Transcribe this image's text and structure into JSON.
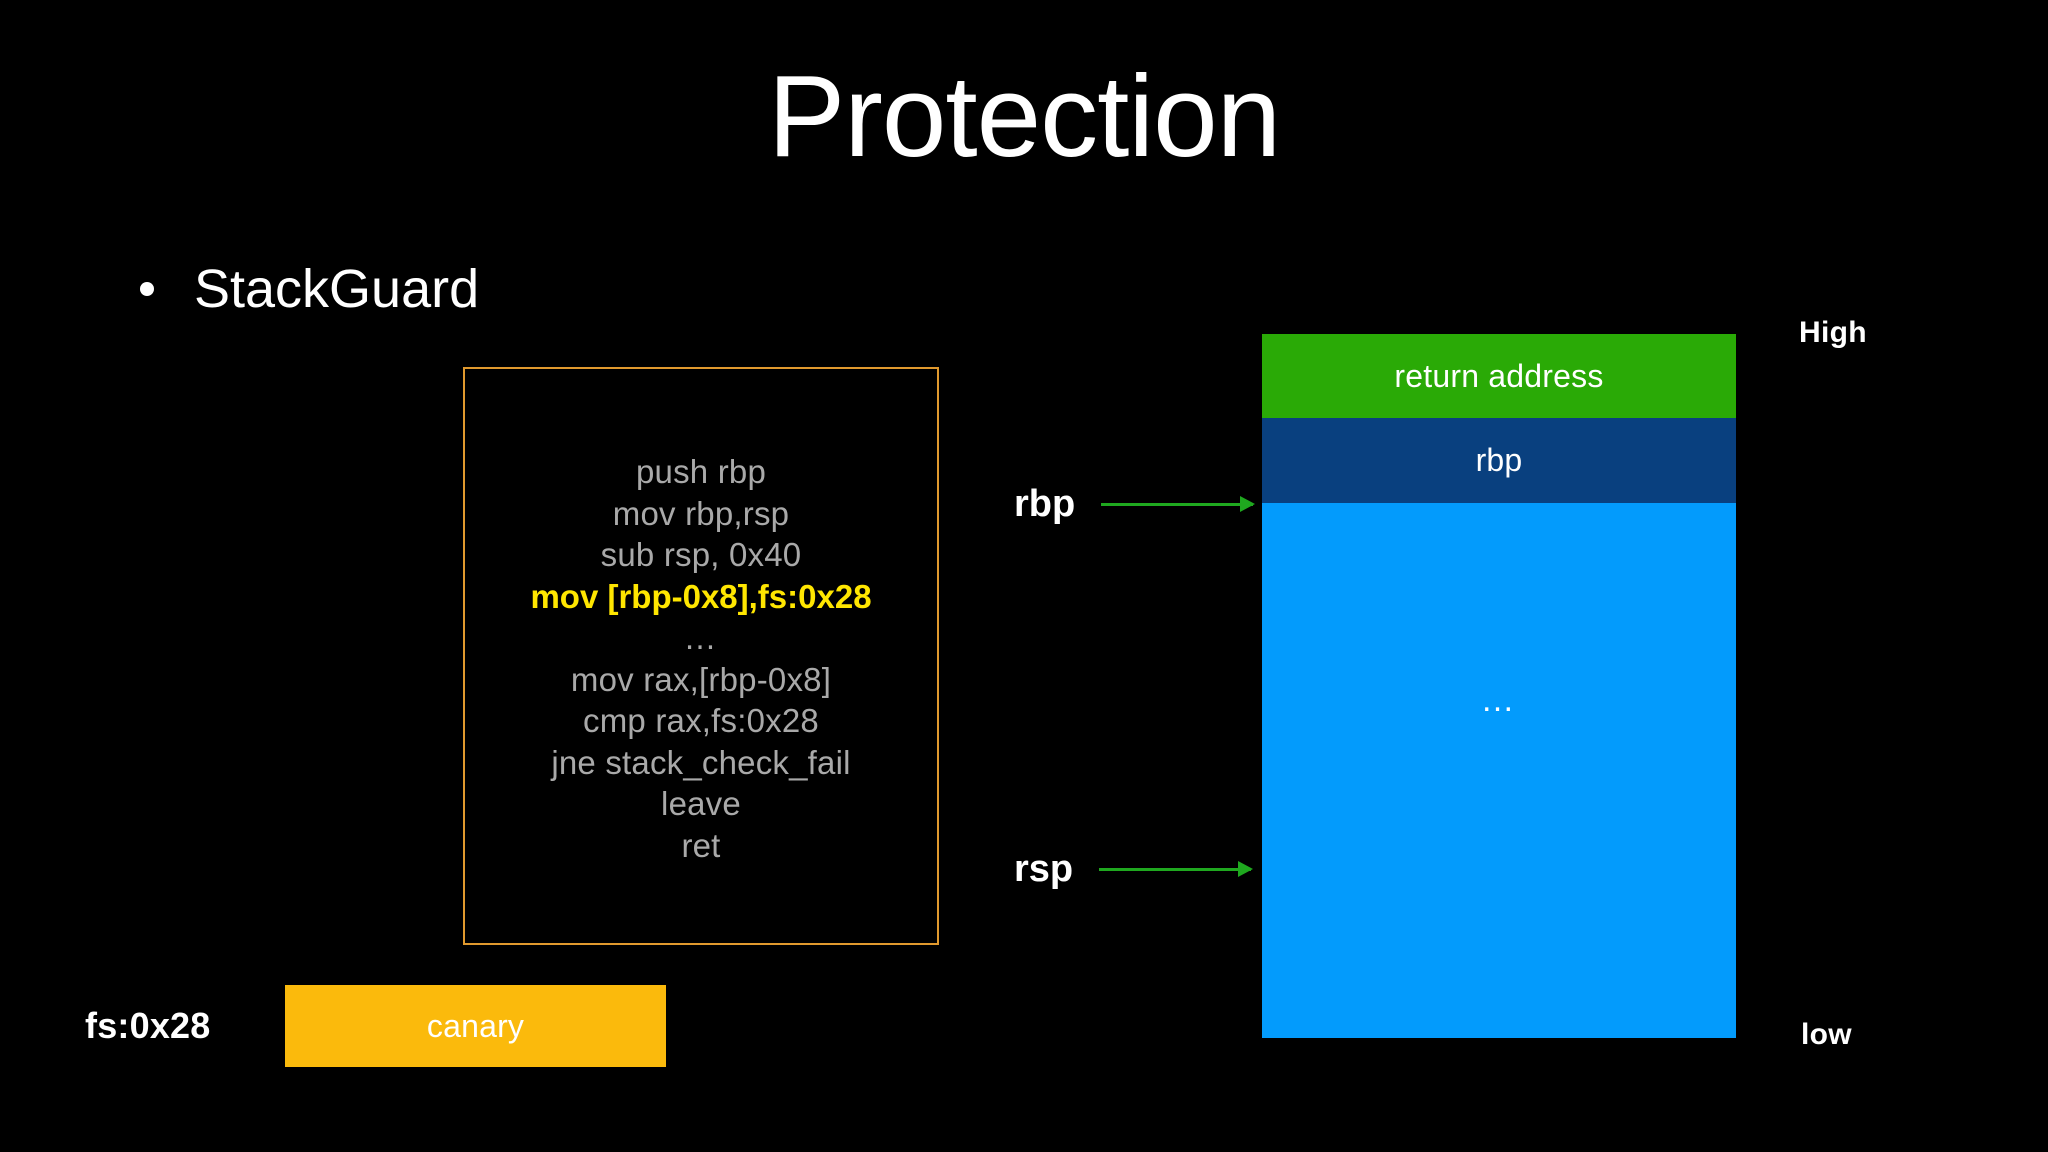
{
  "slide": {
    "title": "Protection",
    "background_color": "#000000"
  },
  "bullets": [
    {
      "label": "StackGuard"
    }
  ],
  "code_box": {
    "border_color": "#e0992e",
    "default_text_color": "#a9a9a9",
    "highlight_text_color": "#ffe600",
    "lines": [
      {
        "text": "push rbp",
        "highlight": false
      },
      {
        "text": "mov rbp,rsp",
        "highlight": false
      },
      {
        "text": "sub rsp, 0x40",
        "highlight": false
      },
      {
        "text": "mov [rbp-0x8],fs:0x28",
        "highlight": true
      },
      {
        "text": "…",
        "highlight": false
      },
      {
        "text": "mov rax,[rbp-0x8]",
        "highlight": false
      },
      {
        "text": "cmp rax,fs:0x28",
        "highlight": false
      },
      {
        "text": "jne stack_check_fail",
        "highlight": false
      },
      {
        "text": "leave",
        "highlight": false
      },
      {
        "text": "ret",
        "highlight": false
      }
    ]
  },
  "stack_diagram": {
    "blocks": [
      {
        "label": "return address",
        "color": "#2aaa06"
      },
      {
        "label": "rbp",
        "color": "#09407f"
      },
      {
        "label": "…",
        "color": "#039bfc"
      }
    ],
    "memory_labels": {
      "high": "High",
      "low": "low"
    },
    "pointers": [
      {
        "label": "rbp",
        "arrow_color": "#1fa81f"
      },
      {
        "label": "rsp",
        "arrow_color": "#1fa81f"
      }
    ]
  },
  "canary": {
    "source_label": "fs:0x28",
    "box_label": "canary",
    "box_color": "#fbba0c"
  }
}
